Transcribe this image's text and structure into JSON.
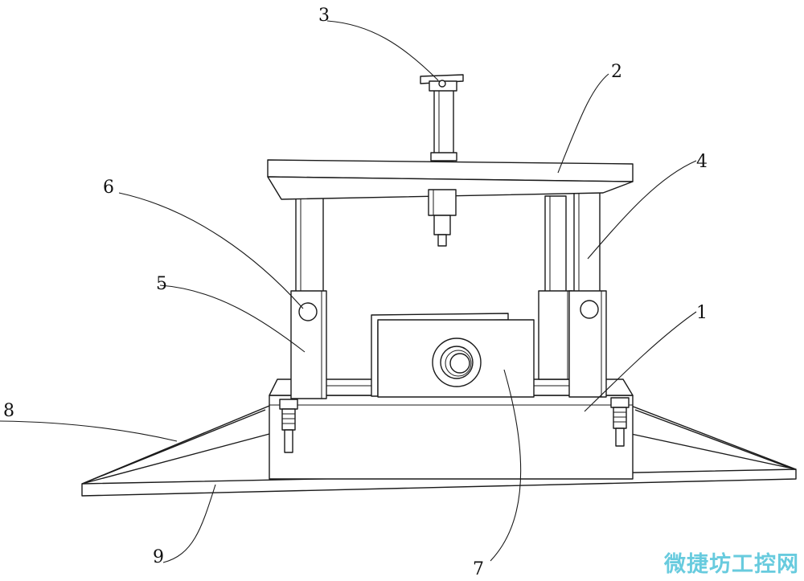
{
  "callouts": [
    {
      "id": "1",
      "label": "1"
    },
    {
      "id": "2",
      "label": "2"
    },
    {
      "id": "3",
      "label": "3"
    },
    {
      "id": "4",
      "label": "4"
    },
    {
      "id": "5",
      "label": "5"
    },
    {
      "id": "6",
      "label": "6"
    },
    {
      "id": "7",
      "label": "7"
    },
    {
      "id": "8",
      "label": "8"
    },
    {
      "id": "9",
      "label": "9"
    }
  ],
  "watermark": "微捷坊工控网"
}
